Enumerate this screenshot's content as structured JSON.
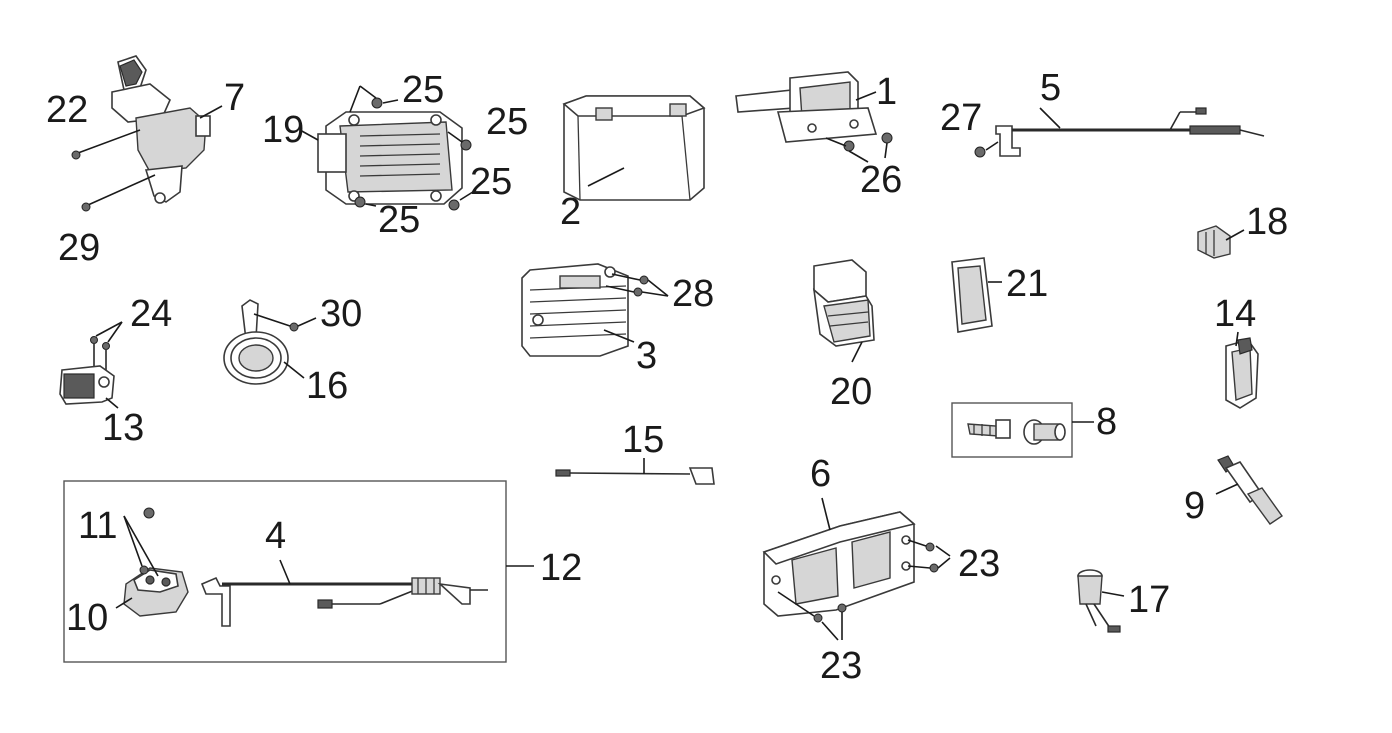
{
  "callouts": {
    "c1": "1",
    "c2": "2",
    "c3": "3",
    "c4": "4",
    "c5": "5",
    "c6": "6",
    "c7": "7",
    "c8": "8",
    "c9": "9",
    "c10": "10",
    "c11": "11",
    "c12": "12",
    "c13": "13",
    "c14": "14",
    "c15": "15",
    "c16": "16",
    "c17": "17",
    "c18": "18",
    "c19": "19",
    "c20": "20",
    "c21": "21",
    "c22": "22",
    "c23a": "23",
    "c23b": "23",
    "c24": "24",
    "c25a": "25",
    "c25b": "25",
    "c25c": "25",
    "c25d": "25",
    "c26": "26",
    "c27": "27",
    "c28": "28",
    "c29": "29",
    "c30": "30"
  }
}
